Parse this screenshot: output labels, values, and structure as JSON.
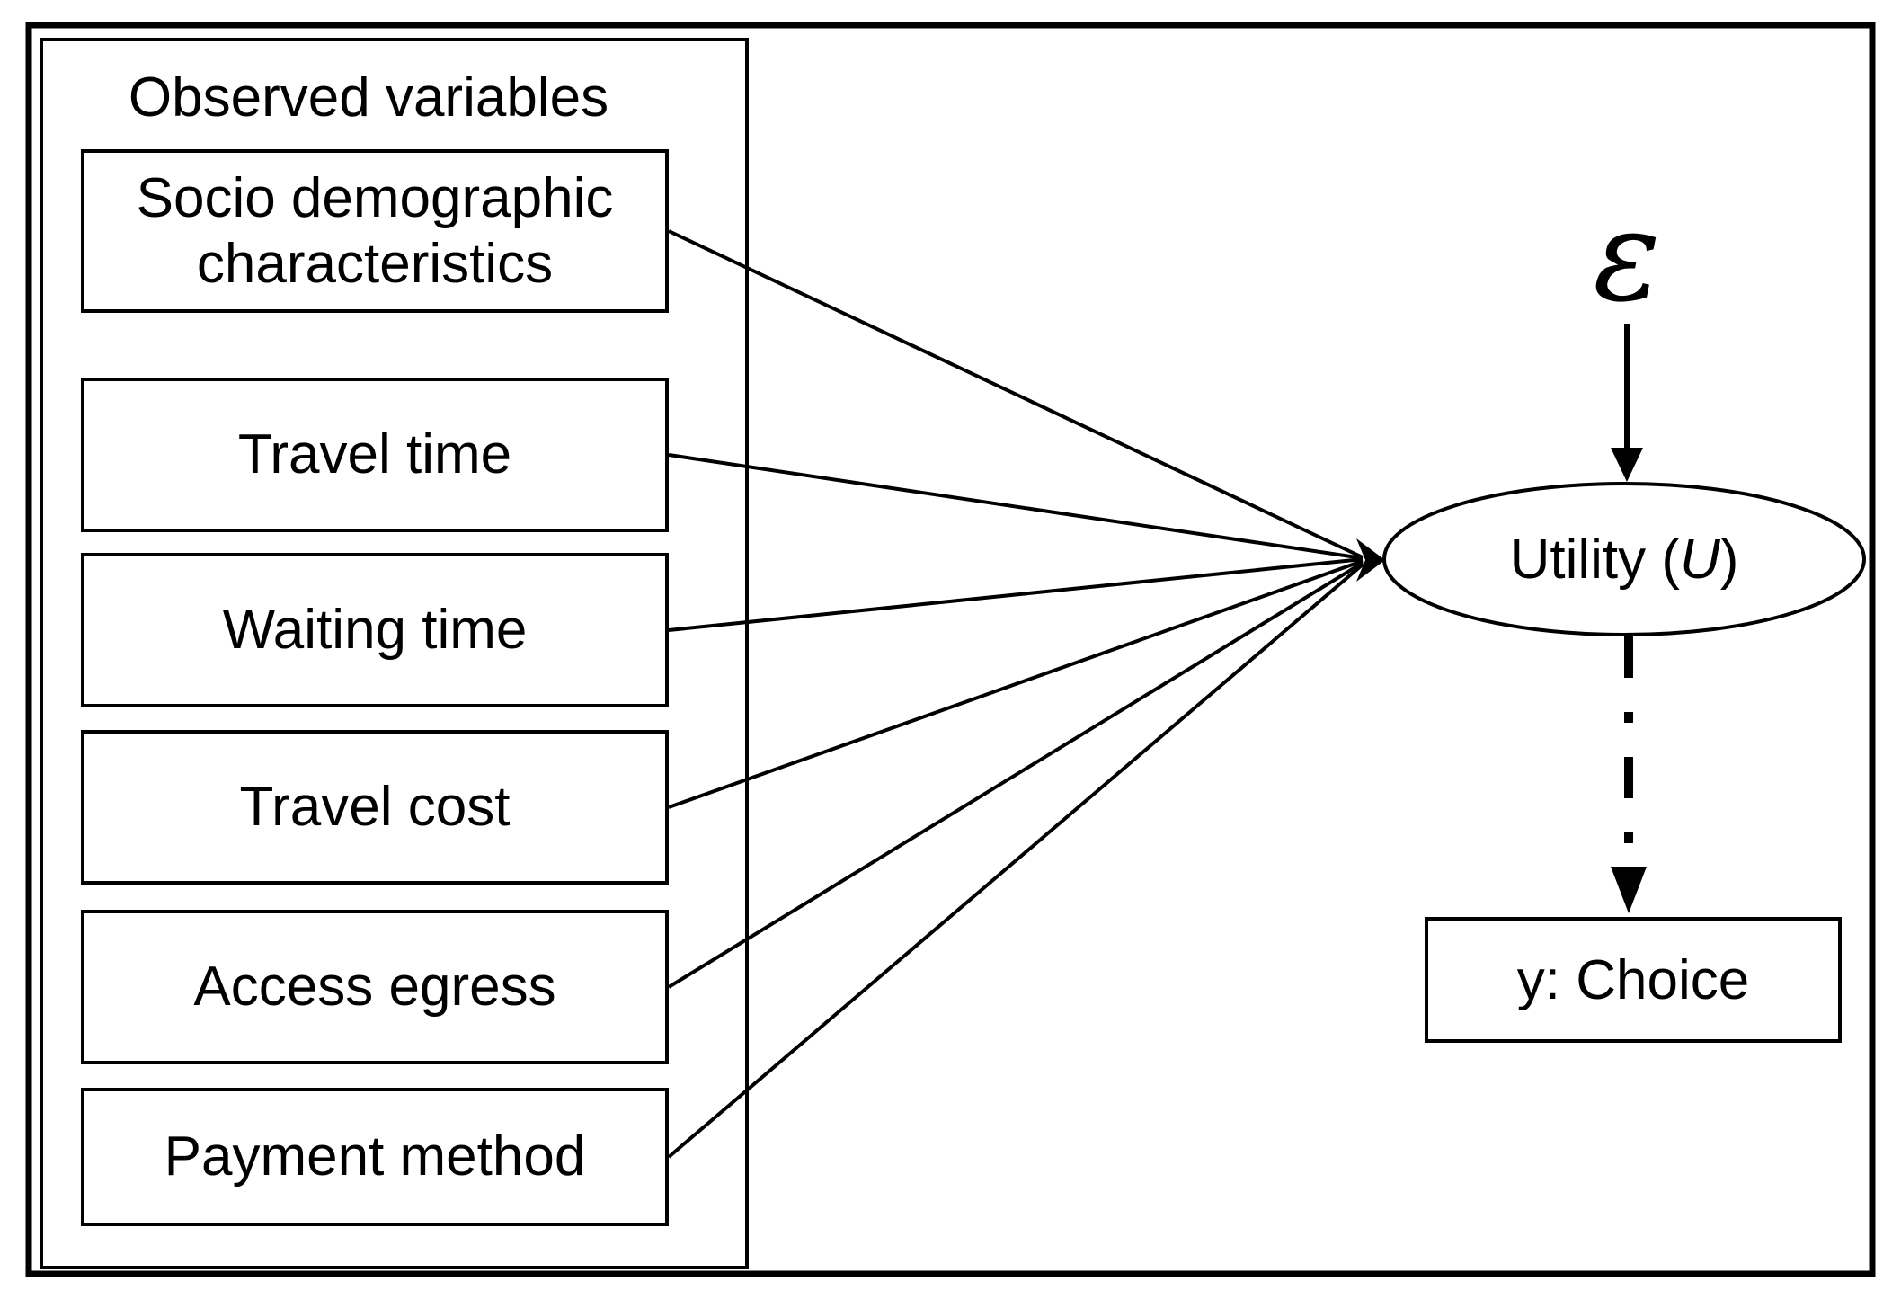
{
  "colors": {
    "ink": "#000000",
    "background": "#ffffff"
  },
  "panel": {
    "title": "Observed variables"
  },
  "observed": [
    {
      "label": "Socio demographic characteristics"
    },
    {
      "label": "Travel time"
    },
    {
      "label": "Waiting time"
    },
    {
      "label": "Travel cost"
    },
    {
      "label": "Access egress"
    },
    {
      "label": "Payment method"
    }
  ],
  "latent": {
    "name": "Utility (",
    "symbol": "U",
    "close": ")"
  },
  "error_symbol": "ε",
  "outcome": {
    "label": "y: Choice"
  }
}
